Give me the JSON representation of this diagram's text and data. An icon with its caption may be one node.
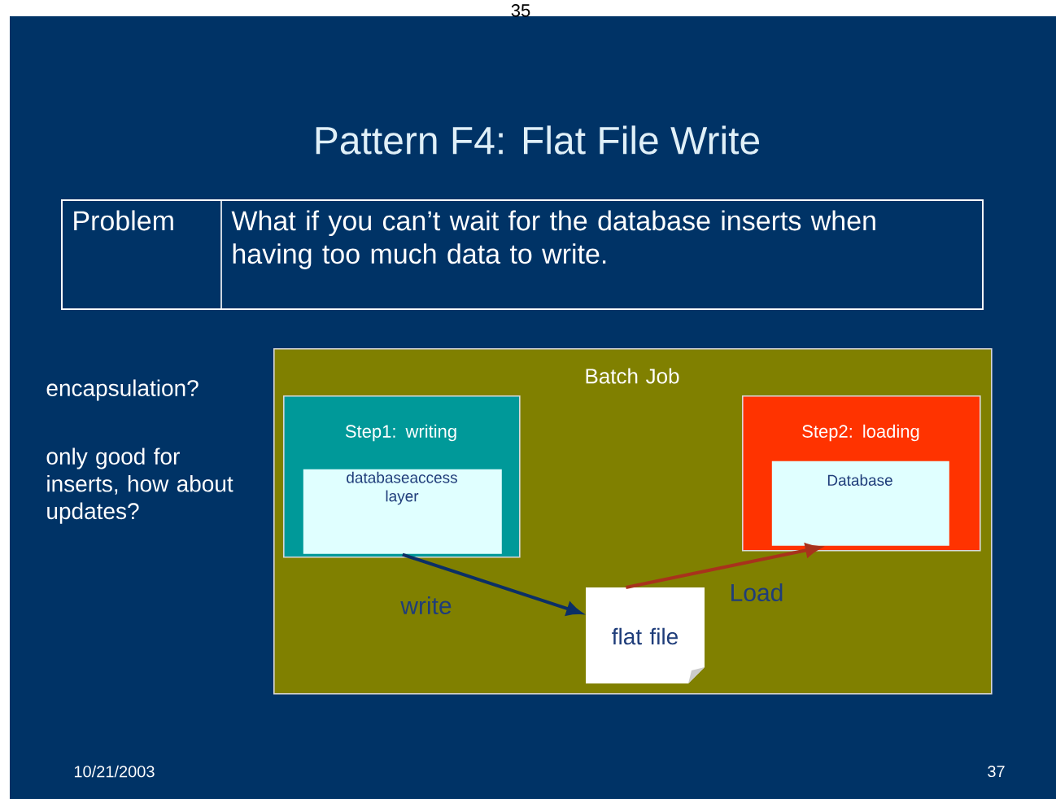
{
  "diagram": {
    "title": "Pattern F4: Flat File Write",
    "nodes": [
      {
        "text": [
          "Batch Job"
        ]
      },
      {
        "text": [
          "Step1: writing"
        ],
        "in": 0
      },
      {
        "text": [
          "databaseaccess layer"
        ],
        "in": 1
      },
      {
        "text": [
          "Step2: loading"
        ],
        "in": 0
      },
      {
        "text": [
          "Database"
        ],
        "in": 3
      },
      {
        "text": [
          "flat file"
        ],
        "in": 0
      }
    ],
    "edges": [
      {
        "from": 2,
        "to": 5,
        "arrow": "to",
        "label": "write",
        "color": "#0b2f66"
      },
      {
        "from": 5,
        "to": 4,
        "arrow": "to",
        "label": "Load",
        "color": "#a8321c"
      }
    ],
    "labels": [
      "35",
      "Problem",
      "What if you can’t wait for the database inserts when having too much data to write.",
      "encapsulation?",
      "only good for inserts, how about updates?",
      "10/21/2003",
      "37"
    ]
  }
}
